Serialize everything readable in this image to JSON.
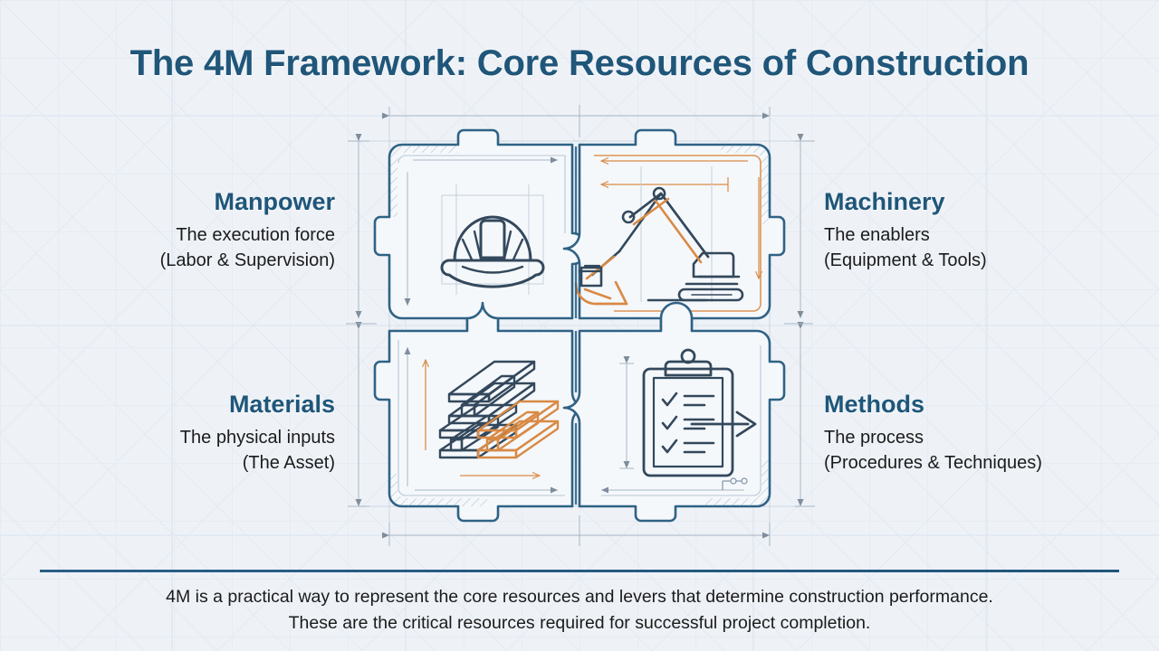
{
  "title": "The 4M Framework: Core Resources of Construction",
  "colors": {
    "background": "#eef2f7",
    "heading_blue": "#1f5679",
    "line_blue": "#2f6285",
    "accent_orange": "#d98a45",
    "body_text": "#1b1b1b",
    "grid_line": "#d8e0ea"
  },
  "quadrants": [
    {
      "key": "manpower",
      "label": "Manpower",
      "description": "The execution force\n(Labor & Supervision)",
      "icon": "hard-hat-icon",
      "position": "top-left",
      "accent": false
    },
    {
      "key": "machinery",
      "label": "Machinery",
      "description": "The enablers\n(Equipment & Tools)",
      "icon": "excavator-icon",
      "position": "top-right",
      "accent": true
    },
    {
      "key": "materials",
      "label": "Materials",
      "description": "The physical inputs\n(The Asset)",
      "icon": "steel-beams-icon",
      "position": "bottom-left",
      "accent": true
    },
    {
      "key": "methods",
      "label": "Methods",
      "description": "The process\n(Procedures & Techniques)",
      "icon": "clipboard-checklist-icon",
      "position": "bottom-right",
      "accent": false
    }
  ],
  "diagram": {
    "type": "four-piece-jigsaw-blueprint",
    "style": "technical drawing with dimension lines, arrows and section hatching"
  },
  "footer": {
    "text": "4M is a practical way to represent the core resources and levers that determine construction performance.\nThese are the critical resources required for successful project completion."
  }
}
